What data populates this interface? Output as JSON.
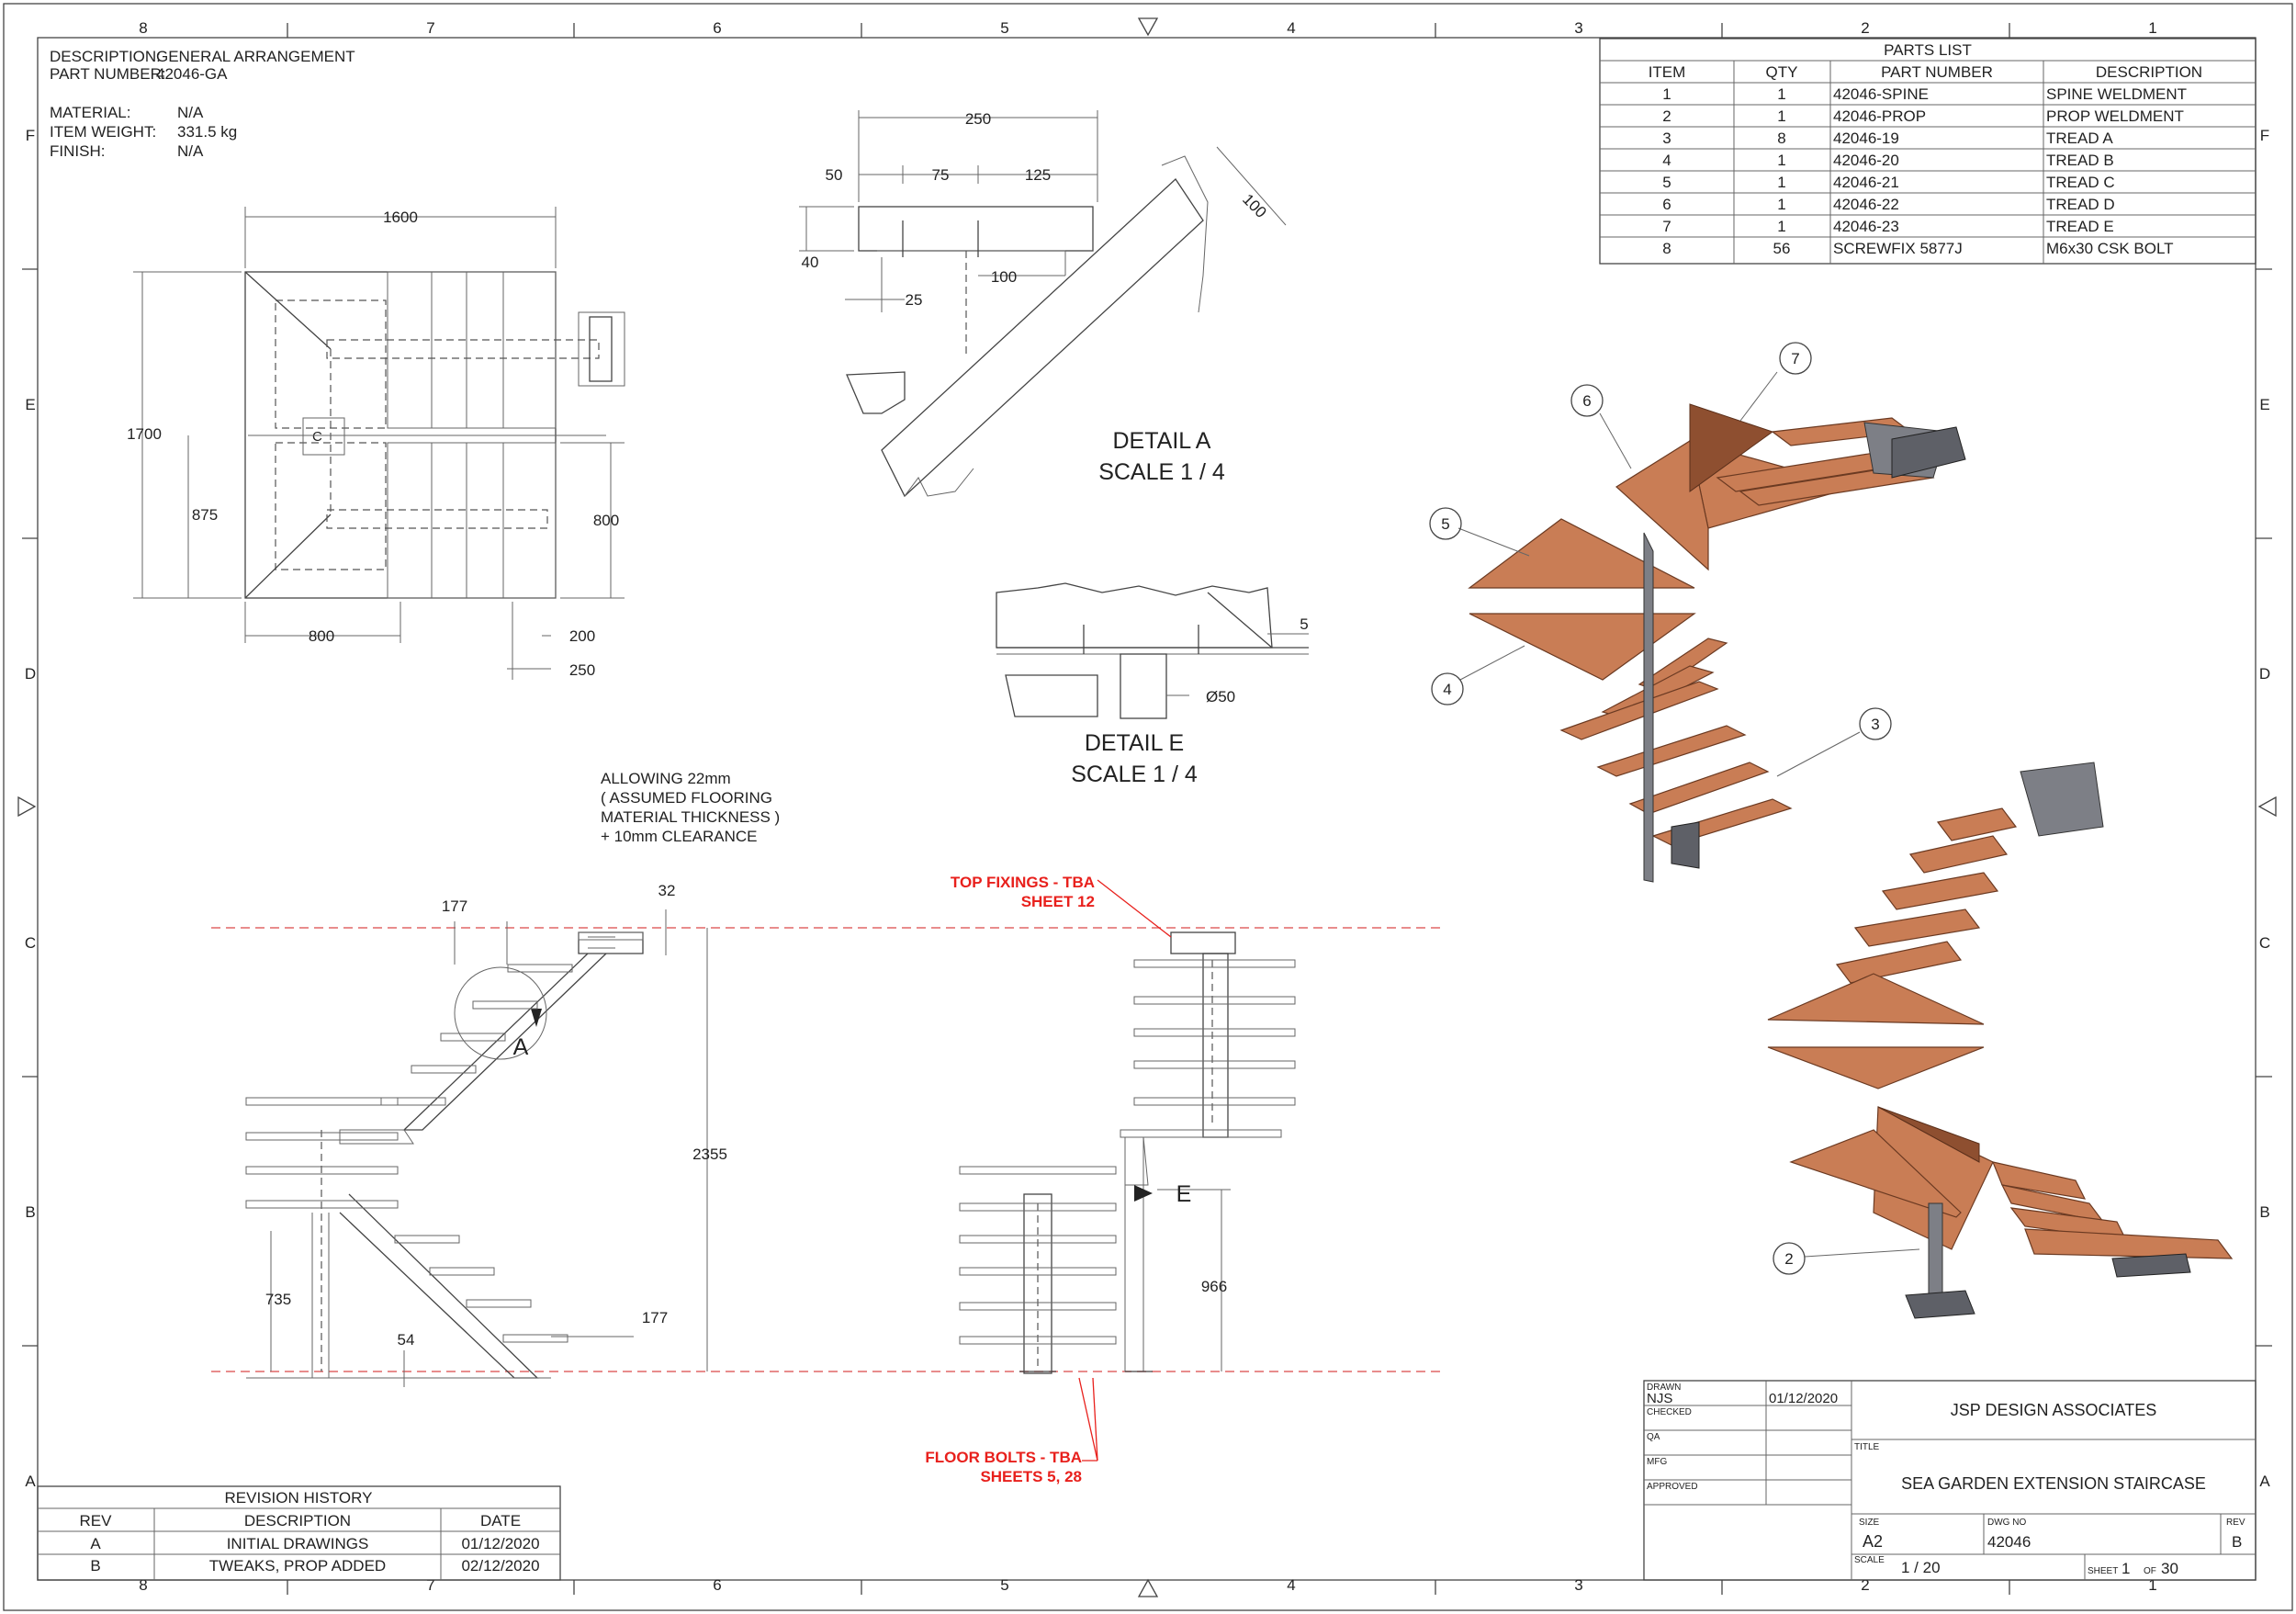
{
  "header": {
    "description_label": "DESCRIPTION:",
    "description": "GENERAL ARRANGEMENT",
    "part_number_label": "PART NUMBER:",
    "part_number": "42046-GA",
    "material_label": "MATERIAL:",
    "material": "N/A",
    "weight_label": "ITEM WEIGHT:",
    "weight": "331.5 kg",
    "finish_label": "FINISH:",
    "finish": "N/A"
  },
  "zones": {
    "columns": [
      "8",
      "7",
      "6",
      "5",
      "4",
      "3",
      "2",
      "1"
    ],
    "rows": [
      "F",
      "E",
      "D",
      "C",
      "B",
      "A"
    ]
  },
  "parts_list": {
    "title": "PARTS LIST",
    "headers": [
      "ITEM",
      "QTY",
      "PART NUMBER",
      "DESCRIPTION"
    ],
    "rows": [
      [
        "1",
        "1",
        "42046-SPINE",
        "SPINE WELDMENT"
      ],
      [
        "2",
        "1",
        "42046-PROP",
        "PROP WELDMENT"
      ],
      [
        "3",
        "8",
        "42046-19",
        "TREAD A"
      ],
      [
        "4",
        "1",
        "42046-20",
        "TREAD B"
      ],
      [
        "5",
        "1",
        "42046-21",
        "TREAD C"
      ],
      [
        "6",
        "1",
        "42046-22",
        "TREAD D"
      ],
      [
        "7",
        "1",
        "42046-23",
        "TREAD E"
      ],
      [
        "8",
        "56",
        "SCREWFIX 5877J",
        "M6x30 CSK BOLT"
      ]
    ]
  },
  "plan_view": {
    "dim_width": "1600",
    "dim_height": "1700",
    "dim_875": "875",
    "dim_800_right": "800",
    "dim_800_bottom": "800",
    "dim_200": "200",
    "dim_250": "250",
    "view_letter": "C"
  },
  "detail_a": {
    "title": "DETAIL  A",
    "scale": "SCALE 1 / 4",
    "dim_250": "250",
    "dim_50": "50",
    "dim_75": "75",
    "dim_125": "125",
    "dim_40": "40",
    "dim_25": "25",
    "dim_100_h": "100",
    "dim_100_slope": "100"
  },
  "detail_e": {
    "title": "DETAIL  E",
    "scale": "SCALE 1 / 4",
    "dim_5": "5",
    "dim_dia": "Ø50"
  },
  "note": {
    "line1": "ALLOWING 22mm",
    "line2": "( ASSUMED FLOORING",
    "line3": "MATERIAL THICKNESS )",
    "line4": "+ 10mm CLEARANCE"
  },
  "side_view": {
    "dim_177_top": "177",
    "dim_32": "32",
    "dim_2355": "2355",
    "dim_735": "735",
    "dim_54": "54",
    "dim_177_bottom": "177",
    "detail_marker": "A"
  },
  "front_view": {
    "dim_966": "966",
    "detail_marker": "E"
  },
  "callouts": {
    "top_fixings_1": "TOP FIXINGS - TBA",
    "top_fixings_2": "SHEET 12",
    "floor_bolts_1": "FLOOR BOLTS - TBA",
    "floor_bolts_2": "SHEETS 5, 28",
    "accent_color": "#e8201c"
  },
  "balloons": [
    "7",
    "6",
    "5",
    "4",
    "3",
    "2"
  ],
  "revision_history": {
    "title": "REVISION HISTORY",
    "headers": [
      "REV",
      "DESCRIPTION",
      "DATE"
    ],
    "rows": [
      [
        "A",
        "INITIAL DRAWINGS",
        "01/12/2020"
      ],
      [
        "B",
        "TWEAKS, PROP ADDED",
        "02/12/2020"
      ]
    ]
  },
  "title_block": {
    "drawn_label": "DRAWN",
    "drawn_by": "NJS",
    "drawn_date": "01/12/2020",
    "checked_label": "CHECKED",
    "qa_label": "QA",
    "mfg_label": "MFG",
    "approved_label": "APPROVED",
    "company": "JSP DESIGN ASSOCIATES",
    "title_label": "TITLE",
    "title": "SEA GARDEN EXTENSION STAIRCASE",
    "size_label": "SIZE",
    "size": "A2",
    "dwg_label": "DWG NO",
    "dwg_no": "42046",
    "rev_label": "REV",
    "rev": "B",
    "scale_label": "SCALE",
    "scale": "1 / 20",
    "sheet_label": "SHEET",
    "sheet": "1",
    "of_label": "OF",
    "sheet_total": "30"
  },
  "colors": {
    "tread": "#c97d55",
    "steel": "#7d7f86",
    "reference_line": "#e06666"
  }
}
